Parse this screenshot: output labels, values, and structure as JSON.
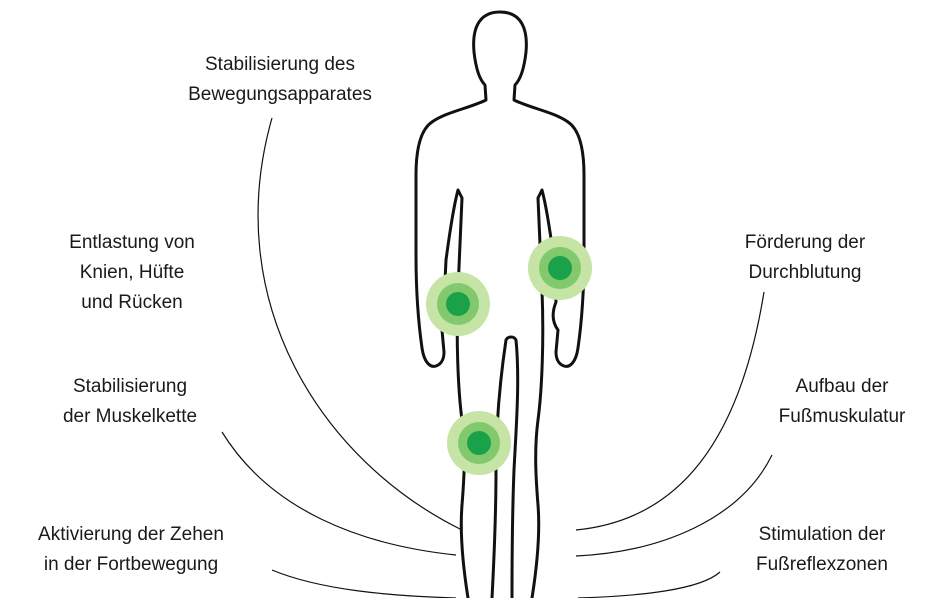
{
  "colors": {
    "line": "#111111",
    "text": "#1a1a1a",
    "highlight_outer": "#c5e4a6",
    "highlight_mid": "#82c96e",
    "highlight_core": "#1aa24a"
  },
  "labels": {
    "stabilisierung_bewegung": [
      "Stabilisierung des",
      "Bewegungsapparates"
    ],
    "entlastung": [
      "Entlastung von",
      "Knien, Hüfte",
      "und Rücken"
    ],
    "stabilisierung_muskel": [
      "Stabilisierung",
      "der Muskelkette"
    ],
    "aktivierung_zehen": [
      "Aktivierung der Zehen",
      "in der Fortbewegung"
    ],
    "durchblutung": [
      "Förderung der",
      "Durchblutung"
    ],
    "fussmuskulatur": [
      "Aufbau der",
      "Fußmuskulatur"
    ],
    "fussreflexzonen": [
      "Stimulation der",
      "Fußreflexzonen"
    ]
  },
  "icons": {
    "figure": "human-body-outline-icon",
    "highlight": "green-circle-highlight-icon"
  }
}
